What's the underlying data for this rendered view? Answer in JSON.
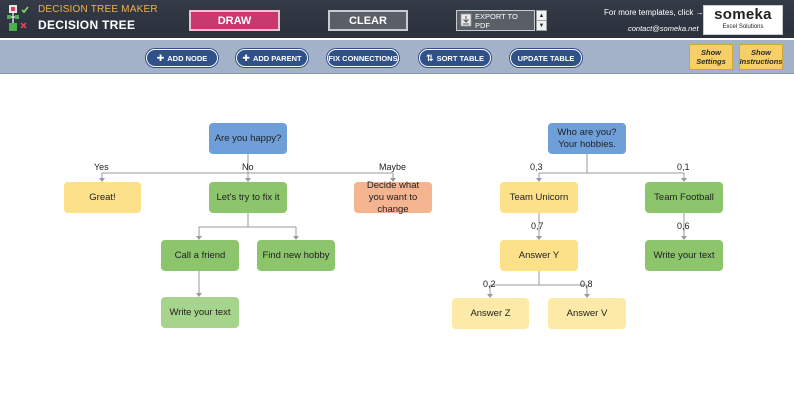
{
  "header": {
    "subtitle": "DECISION TREE MAKER",
    "title": "DECISION TREE",
    "draw_label": "DRAW",
    "clear_label": "CLEAR",
    "export_label": "EXPORT  TO PDF",
    "more_templates": "For more templates, click →",
    "contact": "contact@someka.net",
    "brand_name": "someka",
    "brand_tagline": "Excel Solutions"
  },
  "toolbar": {
    "add_node": "ADD NODE",
    "add_parent": "ADD PARENT",
    "fix_connections": "FIX CONNECTIONS",
    "sort_table": "SORT  TABLE",
    "update_table": "UPDATE TABLE",
    "show_settings": "Show Settings",
    "show_instructions": "Show Instructions"
  },
  "colors": {
    "blue": "#6f9fd8",
    "yellow": "#fde08a",
    "green": "#8cc56b",
    "light_green": "#a7d48c",
    "peach": "#f3b48f",
    "light_yellow": "#fdeaa8",
    "draw_button": "#c8386e",
    "toolbar_button": "#2f5088",
    "toolbar_band": "#a3b2c8"
  },
  "tree_left": {
    "root": "Are you happy?",
    "yes_label": "Yes",
    "no_label": "No",
    "maybe_label": "Maybe",
    "great": "Great!",
    "fix_it": "Let's try to fix it",
    "decide": "Decide what you want to change",
    "call_friend": "Call a friend",
    "new_hobby": "Find new hobby",
    "write_text": "Write your text"
  },
  "tree_right": {
    "root": "Who are you? Your hobbies.",
    "p_unicorn": "0,3",
    "p_football": "0,1",
    "unicorn": "Team Unicorn",
    "football": "Team Football",
    "p_answer_y": "0,7",
    "p_write": "0,6",
    "answer_y": "Answer Y",
    "write_text": "Write your text",
    "p_answer_z": "0,2",
    "p_answer_v": "0,8",
    "answer_z": "Answer Z",
    "answer_v": "Answer V"
  }
}
